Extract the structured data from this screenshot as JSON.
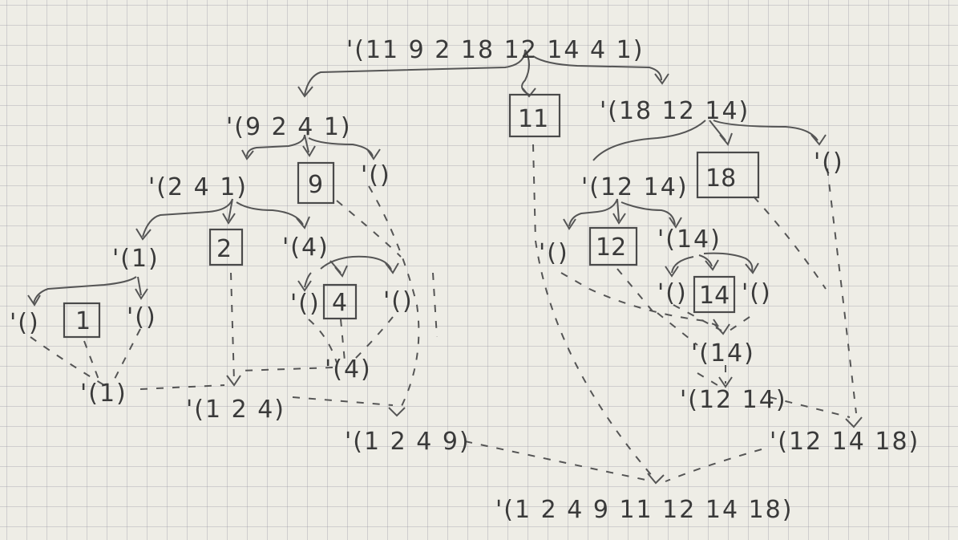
{
  "diagram": {
    "root": "'(11 9 2 18 12 14 4 1)",
    "left_list": "'(9 2 4 1)",
    "pivot_top": "11",
    "right_list": "'(18 12 14)",
    "l2_list": "'(2 4 1)",
    "pivot_9": "9",
    "empty_a": "'()",
    "r2_list": "'(12 14)",
    "pivot_18": "18",
    "empty_b": "'()",
    "l3_list_1": "'(1)",
    "pivot_2": "2",
    "l3_list_4": "'(4)",
    "r3_empty": "'()",
    "pivot_12": "12",
    "r3_list_14": "'(14)",
    "l4_empty_1": "'()",
    "pivot_1": "1",
    "l4_empty_2": "'()",
    "l4_empty_3": "'()",
    "pivot_4": "4",
    "l4_empty_4": "'()",
    "r4_empty_1": "'()",
    "pivot_14": "14",
    "r4_empty_2": "'()",
    "res_1": "'(1)",
    "res_4": "'(4)",
    "res_124": "'(1 2 4)",
    "res_14": "'(14)",
    "res_1249": "'(1 2 4 9)",
    "res_1214": "'(12 14)",
    "res_121418": "'(12 14 18)",
    "final": "'(1 2 4 9 11 12 14 18)"
  }
}
